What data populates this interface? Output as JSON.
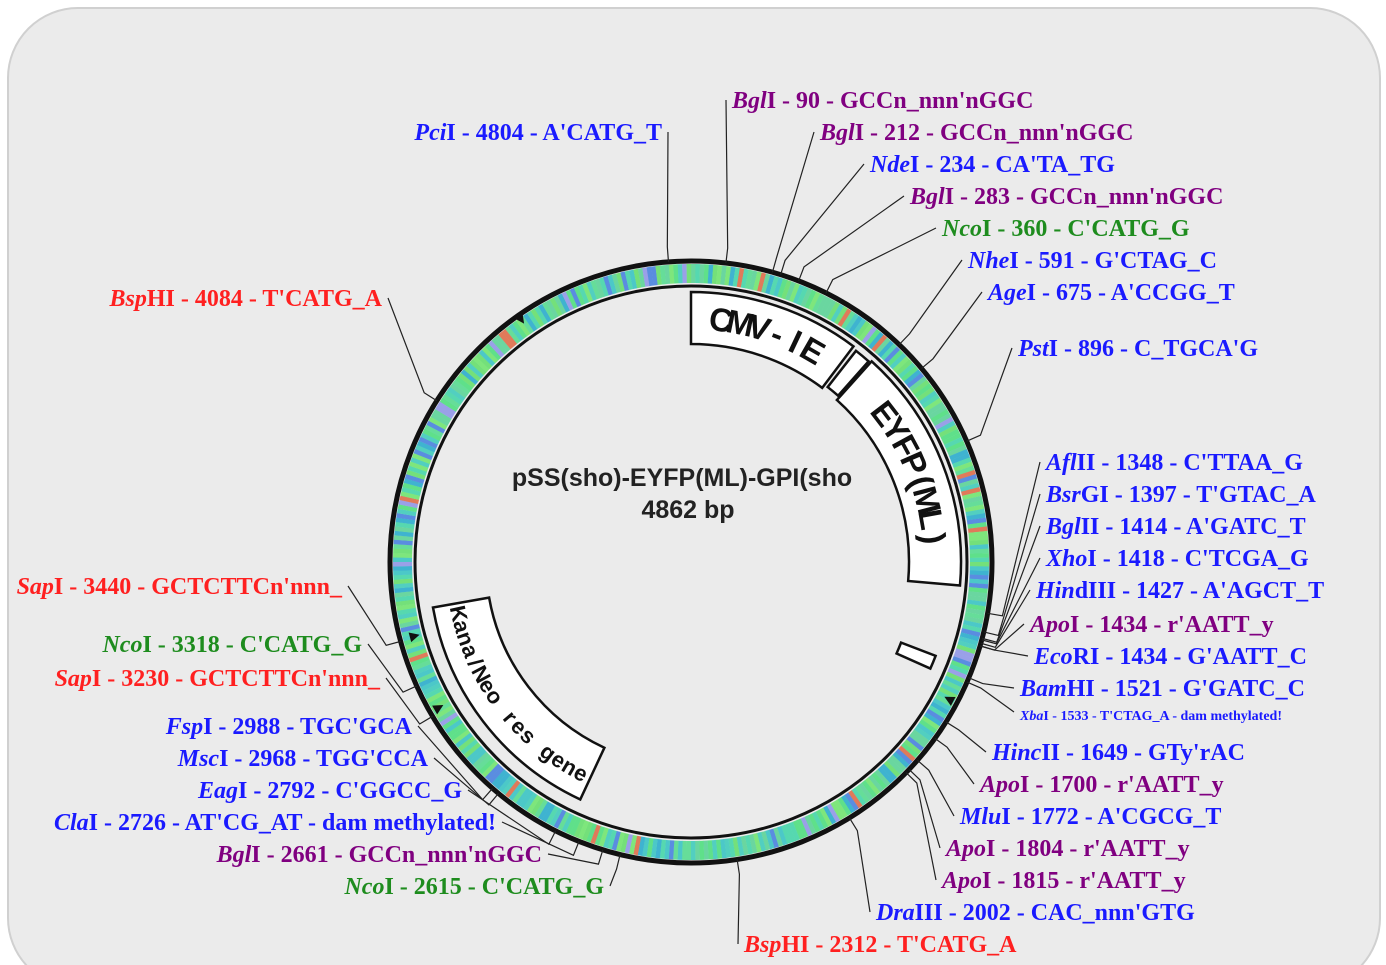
{
  "plasmid": {
    "name": "pSS(sho)-EYFP(ML)-GPI(sho",
    "length_label": "4862 bp"
  },
  "features": [
    {
      "label": "CMV-IE"
    },
    {
      "label": "EYFP(ML)"
    },
    {
      "label": "Kana/Neo res gene"
    }
  ],
  "colors": {
    "blue": "#1a1aff",
    "purple": "#800080",
    "green": "#1e8c1e",
    "red": "#ff2020"
  },
  "sites": [
    {
      "enzyme_italic": "Bgl",
      "enzyme_rest": "I",
      "pos": "90",
      "seq": "GCCn_nnn'nGGC",
      "color": "purple"
    },
    {
      "enzyme_italic": "Bgl",
      "enzyme_rest": "I",
      "pos": "212",
      "seq": "GCCn_nnn'nGGC",
      "color": "purple"
    },
    {
      "enzyme_italic": "Nde",
      "enzyme_rest": "I",
      "pos": "234",
      "seq": "CA'TA_TG",
      "color": "blue"
    },
    {
      "enzyme_italic": "Bgl",
      "enzyme_rest": "I",
      "pos": "283",
      "seq": "GCCn_nnn'nGGC",
      "color": "purple"
    },
    {
      "enzyme_italic": "Nco",
      "enzyme_rest": "I",
      "pos": "360",
      "seq": "C'CATG_G",
      "color": "green"
    },
    {
      "enzyme_italic": "Nhe",
      "enzyme_rest": "I",
      "pos": "591",
      "seq": "G'CTAG_C",
      "color": "blue"
    },
    {
      "enzyme_italic": "Age",
      "enzyme_rest": "I",
      "pos": "675",
      "seq": "A'CCGG_T",
      "color": "blue"
    },
    {
      "enzyme_italic": "Pst",
      "enzyme_rest": "I",
      "pos": "896",
      "seq": "C_TGCA'G",
      "color": "blue"
    },
    {
      "enzyme_italic": "Afl",
      "enzyme_rest": "II",
      "pos": "1348",
      "seq": "C'TTAA_G",
      "color": "blue"
    },
    {
      "enzyme_italic": "Bsr",
      "enzyme_rest": "GI",
      "pos": "1397",
      "seq": "T'GTAC_A",
      "color": "blue"
    },
    {
      "enzyme_italic": "Bgl",
      "enzyme_rest": "II",
      "pos": "1414",
      "seq": "A'GATC_T",
      "color": "blue"
    },
    {
      "enzyme_italic": "Xho",
      "enzyme_rest": "I",
      "pos": "1418",
      "seq": "C'TCGA_G",
      "color": "blue"
    },
    {
      "enzyme_italic": "Hin",
      "enzyme_rest": "dIII",
      "pos": "1427",
      "seq": "A'AGCT_T",
      "color": "blue"
    },
    {
      "enzyme_italic": "Apo",
      "enzyme_rest": "I",
      "pos": "1434",
      "seq": "r'AATT_y",
      "color": "purple"
    },
    {
      "enzyme_italic": "Eco",
      "enzyme_rest": "RI",
      "pos": "1434",
      "seq": "G'AATT_C",
      "color": "blue"
    },
    {
      "enzyme_italic": "Bam",
      "enzyme_rest": "HI",
      "pos": "1521",
      "seq": "G'GATC_C",
      "color": "blue"
    },
    {
      "enzyme_italic": "Xba",
      "enzyme_rest": "I",
      "pos": "1533",
      "seq": "T'CTAG_A - dam methylated!",
      "color": "blue",
      "small": true
    },
    {
      "enzyme_italic": "Hinc",
      "enzyme_rest": "II",
      "pos": "1649",
      "seq": "GTy'rAC",
      "color": "blue"
    },
    {
      "enzyme_italic": "Apo",
      "enzyme_rest": "I",
      "pos": "1700",
      "seq": "r'AATT_y",
      "color": "purple"
    },
    {
      "enzyme_italic": "Mlu",
      "enzyme_rest": "I",
      "pos": "1772",
      "seq": "A'CGCG_T",
      "color": "blue"
    },
    {
      "enzyme_italic": "Apo",
      "enzyme_rest": "I",
      "pos": "1804",
      "seq": "r'AATT_y",
      "color": "purple"
    },
    {
      "enzyme_italic": "Apo",
      "enzyme_rest": "I",
      "pos": "1815",
      "seq": "r'AATT_y",
      "color": "purple"
    },
    {
      "enzyme_italic": "Dra",
      "enzyme_rest": "III",
      "pos": "2002",
      "seq": "CAC_nnn'GTG",
      "color": "blue"
    },
    {
      "enzyme_italic": "Bsp",
      "enzyme_rest": "HI",
      "pos": "2312",
      "seq": "T'CATG_A",
      "color": "red"
    },
    {
      "enzyme_italic": "Nco",
      "enzyme_rest": "I",
      "pos": "2615",
      "seq": "C'CATG_G",
      "color": "green"
    },
    {
      "enzyme_italic": "Bgl",
      "enzyme_rest": "I",
      "pos": "2661",
      "seq": "GCCn_nnn'nGGC",
      "color": "purple"
    },
    {
      "enzyme_italic": "Cla",
      "enzyme_rest": "I",
      "pos": "2726",
      "seq": "AT'CG_AT - dam methylated!",
      "color": "blue"
    },
    {
      "enzyme_italic": "Eag",
      "enzyme_rest": "I",
      "pos": "2792",
      "seq": "C'GGCC_G",
      "color": "blue"
    },
    {
      "enzyme_italic": "Msc",
      "enzyme_rest": "I",
      "pos": "2968",
      "seq": "TGG'CCA",
      "color": "blue"
    },
    {
      "enzyme_italic": "Fsp",
      "enzyme_rest": "I",
      "pos": "2988",
      "seq": "TGC'GCA",
      "color": "blue"
    },
    {
      "enzyme_italic": "Sap",
      "enzyme_rest": "I",
      "pos": "3230",
      "seq": "GCTCTTCn'nnn_",
      "color": "red"
    },
    {
      "enzyme_italic": "Nco",
      "enzyme_rest": "I",
      "pos": "3318",
      "seq": "C'CATG_G",
      "color": "green"
    },
    {
      "enzyme_italic": "Sap",
      "enzyme_rest": "I",
      "pos": "3440",
      "seq": "GCTCTTCn'nnn_",
      "color": "red"
    },
    {
      "enzyme_italic": "Bsp",
      "enzyme_rest": "HI",
      "pos": "4084",
      "seq": "T'CATG_A",
      "color": "red"
    },
    {
      "enzyme_italic": "Pci",
      "enzyme_rest": "I",
      "pos": "4804",
      "seq": "A'CATG_T",
      "color": "blue"
    }
  ]
}
